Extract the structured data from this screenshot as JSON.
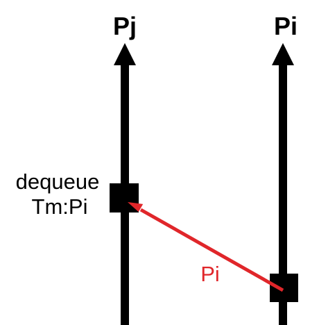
{
  "processes": [
    {
      "id": "pj",
      "label": "Pj"
    },
    {
      "id": "pi",
      "label": "Pi"
    }
  ],
  "events": {
    "receive": {
      "process": "pj",
      "line1": "dequeue",
      "line2": "Tm:Pi"
    },
    "send": {
      "process": "pi"
    }
  },
  "message": {
    "label": "Pi",
    "from": "pi",
    "to": "pj"
  },
  "colors": {
    "timeline": "#000000",
    "message": "#e0262a",
    "background": "#ffffff"
  }
}
